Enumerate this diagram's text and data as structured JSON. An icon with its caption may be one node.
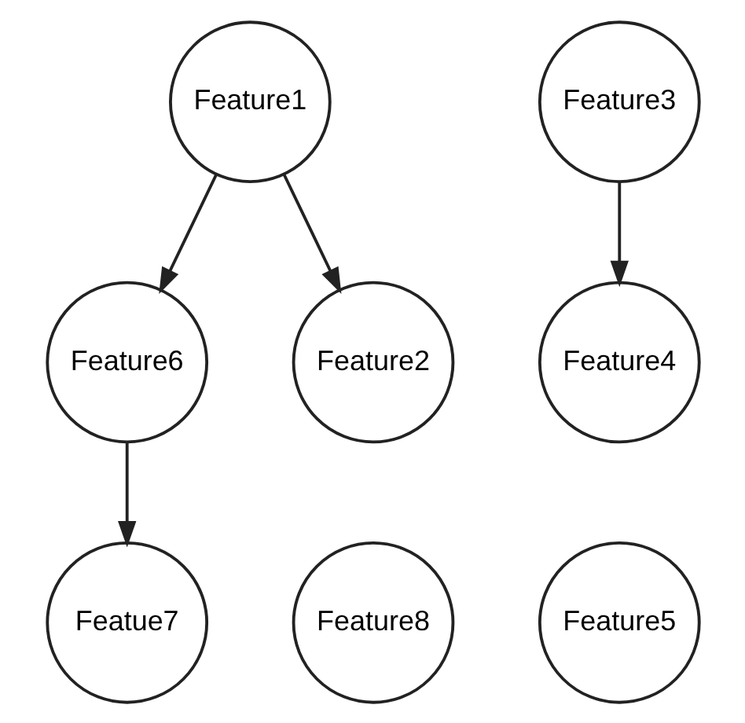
{
  "diagram": {
    "nodes": [
      {
        "text": [
          "Feature1"
        ]
      },
      {
        "text": [
          "Feature3"
        ]
      },
      {
        "text": [
          "Feature6"
        ]
      },
      {
        "text": [
          "Feature2"
        ]
      },
      {
        "text": [
          "Feature4"
        ]
      },
      {
        "text": [
          "Featue7"
        ]
      },
      {
        "text": [
          "Feature8"
        ]
      },
      {
        "text": [
          "Feature5"
        ]
      }
    ],
    "edges": [
      {
        "from": 0,
        "to": 2,
        "arrow": "to"
      },
      {
        "from": 0,
        "to": 3,
        "arrow": "to"
      },
      {
        "from": 1,
        "to": 4,
        "arrow": "to"
      },
      {
        "from": 2,
        "to": 5,
        "arrow": "to"
      }
    ]
  }
}
